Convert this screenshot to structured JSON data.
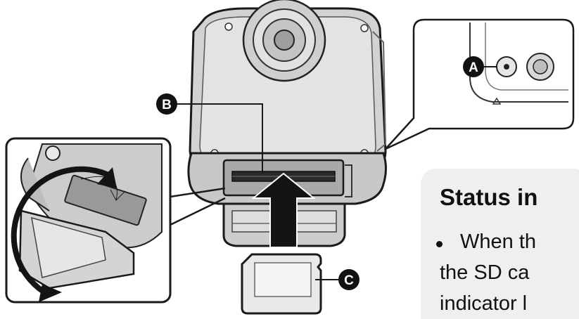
{
  "callouts": {
    "a": "A",
    "b": "B",
    "c": "C"
  },
  "status_panel": {
    "title": "Status in",
    "line1": "When th",
    "line2": "the SD ca",
    "line3": "indicator l"
  },
  "colors": {
    "outline": "#1a1a1a",
    "body_gray": "#d2d2d2",
    "panel_bg": "#efefef",
    "callout_fill": "#111111"
  }
}
